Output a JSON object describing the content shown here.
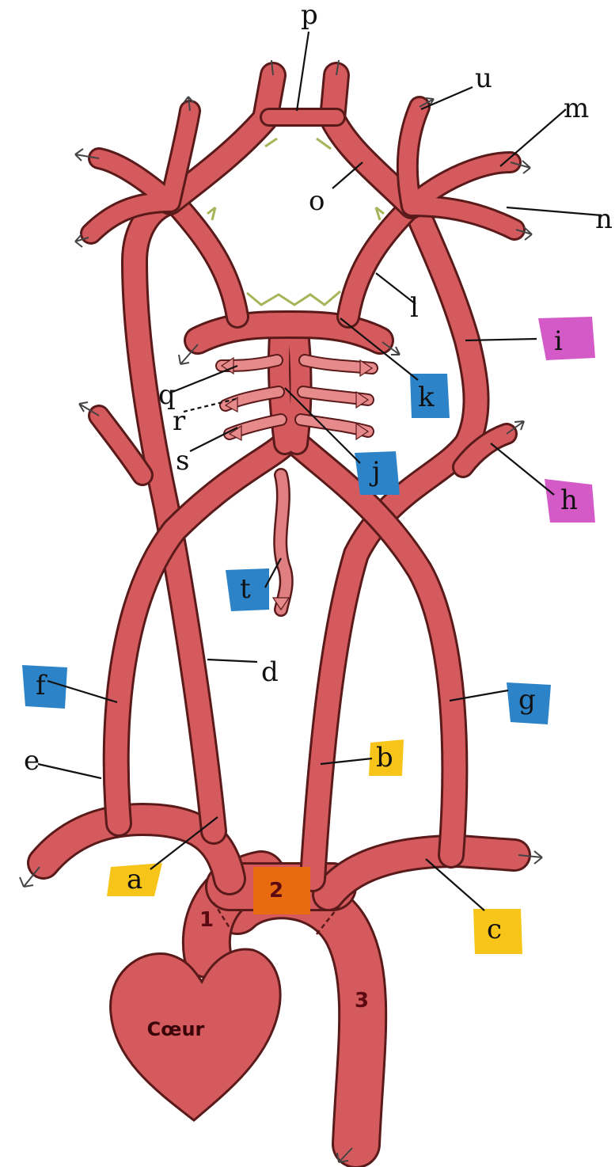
{
  "colors": {
    "artery_fill": "#d45a5e",
    "artery_outline": "#5a1a1a",
    "yellow_tag": "#f7c41a",
    "blue_tag": "#2d83c8",
    "pink_tag": "#d45ac8",
    "orange_tag": "#e86b12",
    "circle_green": "#a8b45a"
  },
  "labels": {
    "a": "a",
    "b": "b",
    "c": "c",
    "d": "d",
    "e": "e",
    "f": "f",
    "g": "g",
    "h": "h",
    "i": "i",
    "j": "j",
    "k": "k",
    "l": "l",
    "m": "m",
    "n": "n",
    "o": "o",
    "p": "p",
    "q": "q",
    "r": "r",
    "s": "s",
    "t": "t",
    "u": "u"
  },
  "segments": {
    "one": "1",
    "two": "2",
    "three": "3"
  },
  "heart_label": "Cœur"
}
